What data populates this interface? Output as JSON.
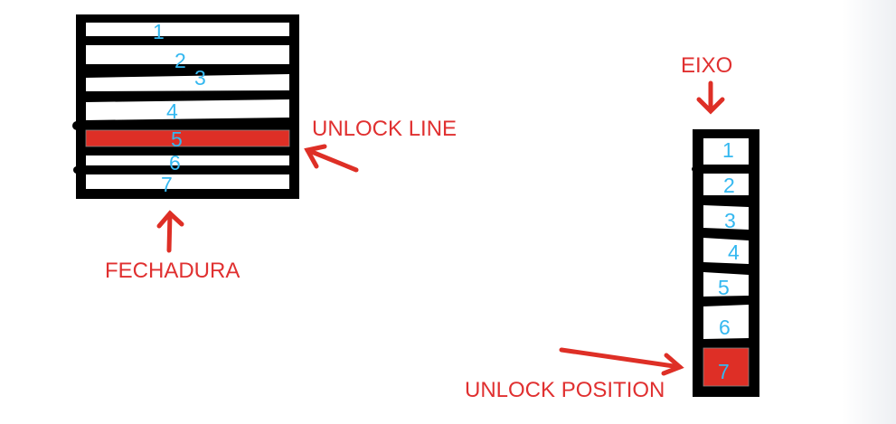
{
  "colors": {
    "frame": "#000000",
    "slot": "#ffffff",
    "highlight": "#de2f26",
    "number": "#35b8f0",
    "annotation": "#e03030"
  },
  "fechadura": {
    "label": "FECHADURA",
    "unlock_label": "UNLOCK LINE",
    "numbers": [
      "1",
      "2",
      "3",
      "4",
      "5",
      "6",
      "7"
    ],
    "highlighted": "5"
  },
  "eixo": {
    "label": "EIXO",
    "unlock_label": "UNLOCK POSITION",
    "numbers": [
      "1",
      "2",
      "3",
      "4",
      "5",
      "6",
      "7"
    ],
    "highlighted": "7"
  }
}
